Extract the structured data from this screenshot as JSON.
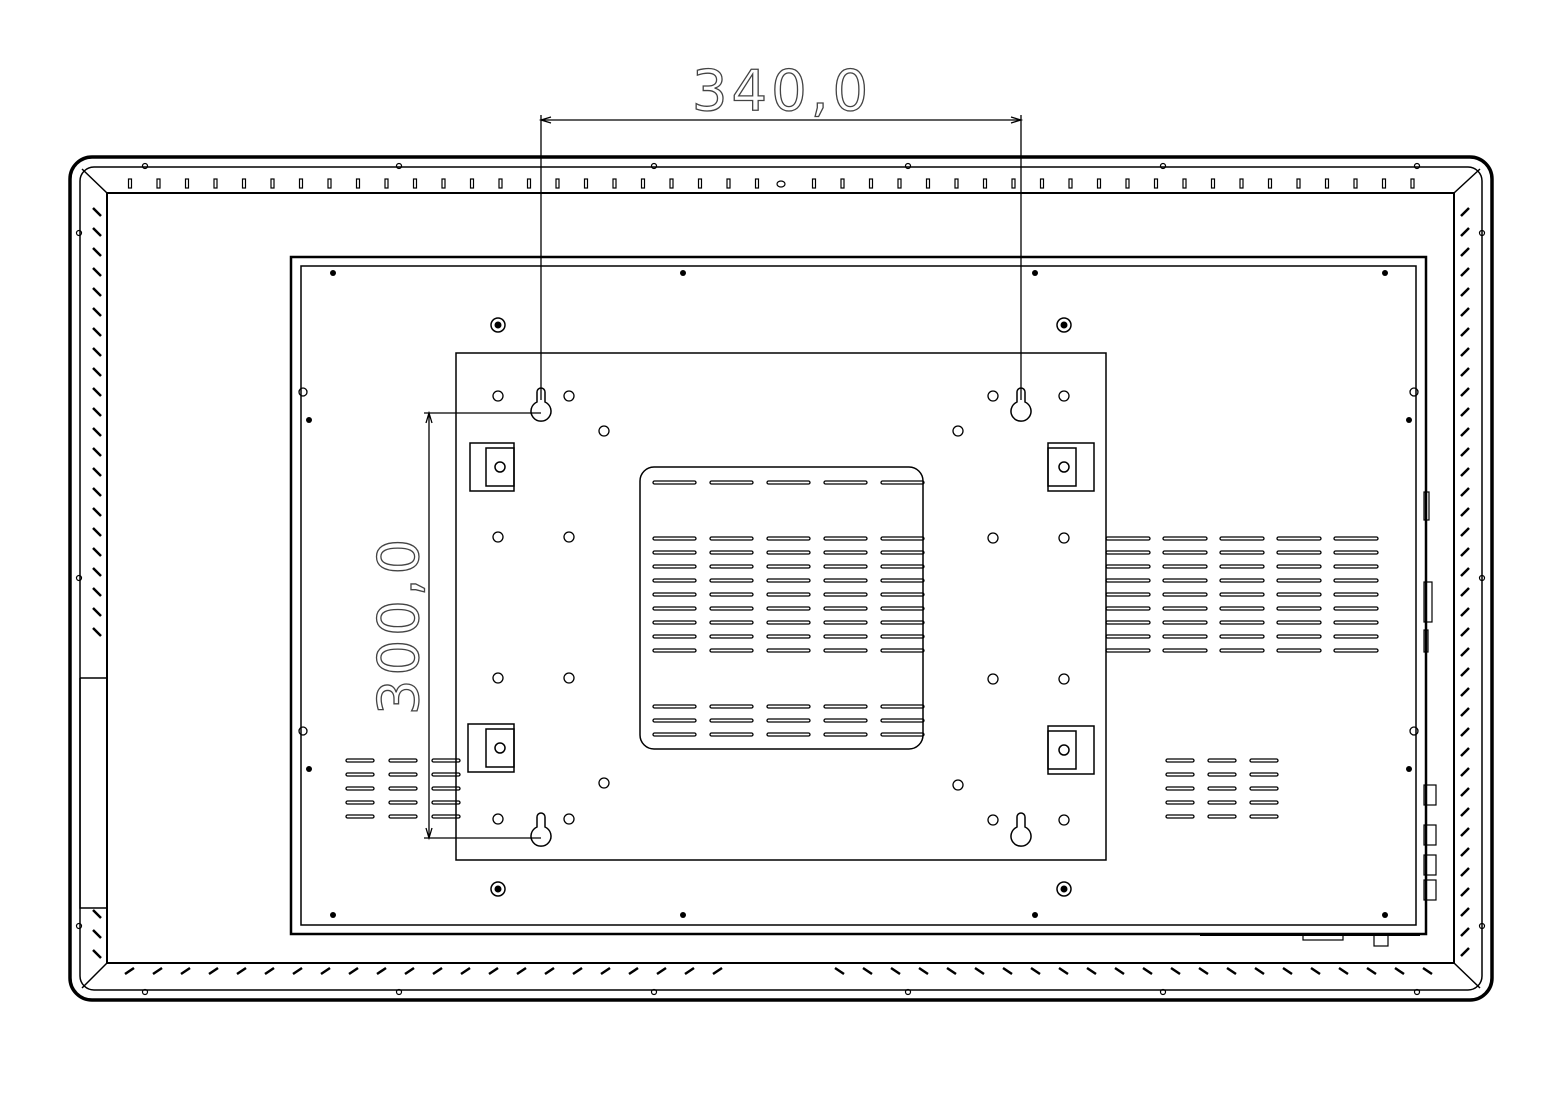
{
  "drawing": {
    "stroke_color": "#000000",
    "background": "#ffffff",
    "dimensions": {
      "horizontal": {
        "value": "340,0"
      },
      "vertical": {
        "value": "300,0"
      }
    },
    "mounting": {
      "keyhole_count": 4,
      "bracket_count": 4
    }
  }
}
